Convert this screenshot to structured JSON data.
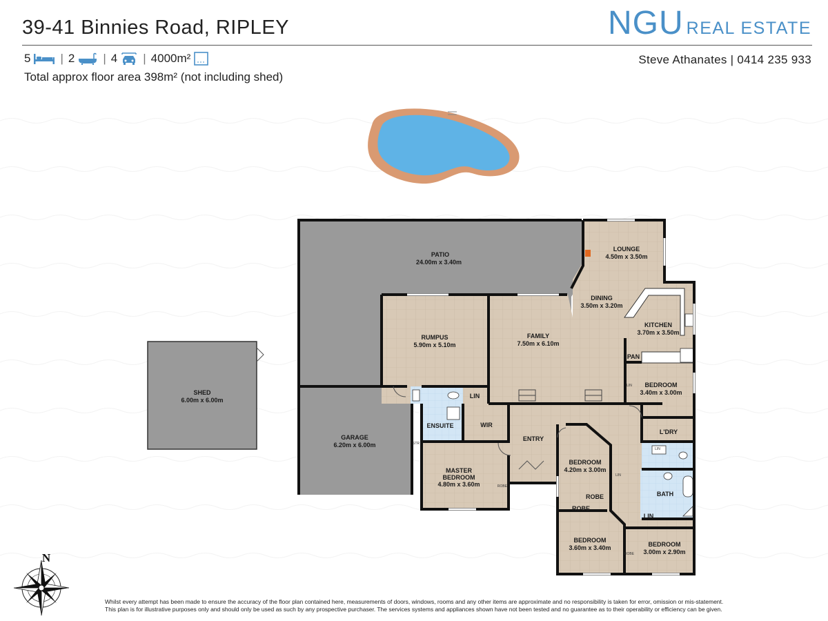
{
  "header": {
    "address": "39-41 Binnies Road, RIPLEY",
    "logo_main": "NGU",
    "logo_sub": "REAL ESTATE",
    "agent": "Steve Athanates | 0414 235 933"
  },
  "stats": {
    "bedrooms": "5",
    "bathrooms": "2",
    "car_spaces": "4",
    "land_area": "4000m²",
    "icons": [
      "bed-icon",
      "bath-icon",
      "car-icon",
      "land-icon"
    ],
    "floor_area_text": "Total approx floor area 398m² (not including shed)"
  },
  "colors": {
    "accent": "#4a90c8",
    "floor_tile": "#d8c9b6",
    "grey_area": "#9a9a9a",
    "wet_area": "#d3e6f5",
    "walls": "#111111",
    "pool_water": "#5fb3e6",
    "pool_edge": "#d99a72"
  },
  "rooms": {
    "patio": {
      "name": "PATIO",
      "dims": "24.00m  x 3.40m"
    },
    "lounge": {
      "name": "LOUNGE",
      "dims": "4.50m  x 3.50m"
    },
    "dining": {
      "name": "DINING",
      "dims": "3.50m  x 3.20m"
    },
    "kitchen": {
      "name": "KITCHEN",
      "dims": "3.70m  x 3.50m"
    },
    "rumpus": {
      "name": "RUMPUS",
      "dims": "5.90m  x 5.10m"
    },
    "family": {
      "name": "FAMILY",
      "dims": "7.50m  x 6.10m"
    },
    "shed": {
      "name": "SHED",
      "dims": "6.00m  x 6.00m"
    },
    "garage": {
      "name": "GARAGE",
      "dims": "6.20m  x 6.00m"
    },
    "master": {
      "name_line1": "MASTER",
      "name_line2": "BEDROOM",
      "dims": "4.80m  x 3.60m"
    },
    "bedroom_east": {
      "name": "BEDROOM",
      "dims": "3.40m  x 3.00m"
    },
    "bedroom_middle": {
      "name": "BEDROOM",
      "dims": "4.20m  x 3.00m"
    },
    "bedroom_sw": {
      "name": "BEDROOM",
      "dims": "3.60m  x 3.40m"
    },
    "bedroom_se": {
      "name": "BEDROOM",
      "dims": "3.00m  x 2.90m"
    },
    "ensuite": {
      "name": "ENSUITE"
    },
    "wir": {
      "name": "WIR"
    },
    "entry": {
      "name": "ENTRY"
    },
    "ldry": {
      "name": "L'DRY"
    },
    "bath": {
      "name": "BATH"
    },
    "pan": {
      "name": "PAN"
    }
  },
  "small_labels": {
    "lin_hall": "LIN",
    "lin_ldry": "LIN",
    "lin_bath": "LIN",
    "lin_corridor": "LIN",
    "robe_middle": "ROBE",
    "robe_sw": "ROBE",
    "robe_master": "ROBE",
    "robe_se": "ROBE",
    "str": "STR",
    "lin_bed_east": "LIN"
  },
  "compass": {
    "north_label": "N"
  },
  "disclaimer": [
    "Whilst every attempt has been made to ensure the accuracy of the floor plan contained here, measurements of doors, windows, rooms and any other items are approximate and no responsibility is taken for error, omission or mis-statement.",
    "This plan is for illustrative purposes only and should only be used as such by any prospective purchaser. The services systems and appliances shown have not been tested and no guarantee as to their operability or efficiency can be given."
  ]
}
